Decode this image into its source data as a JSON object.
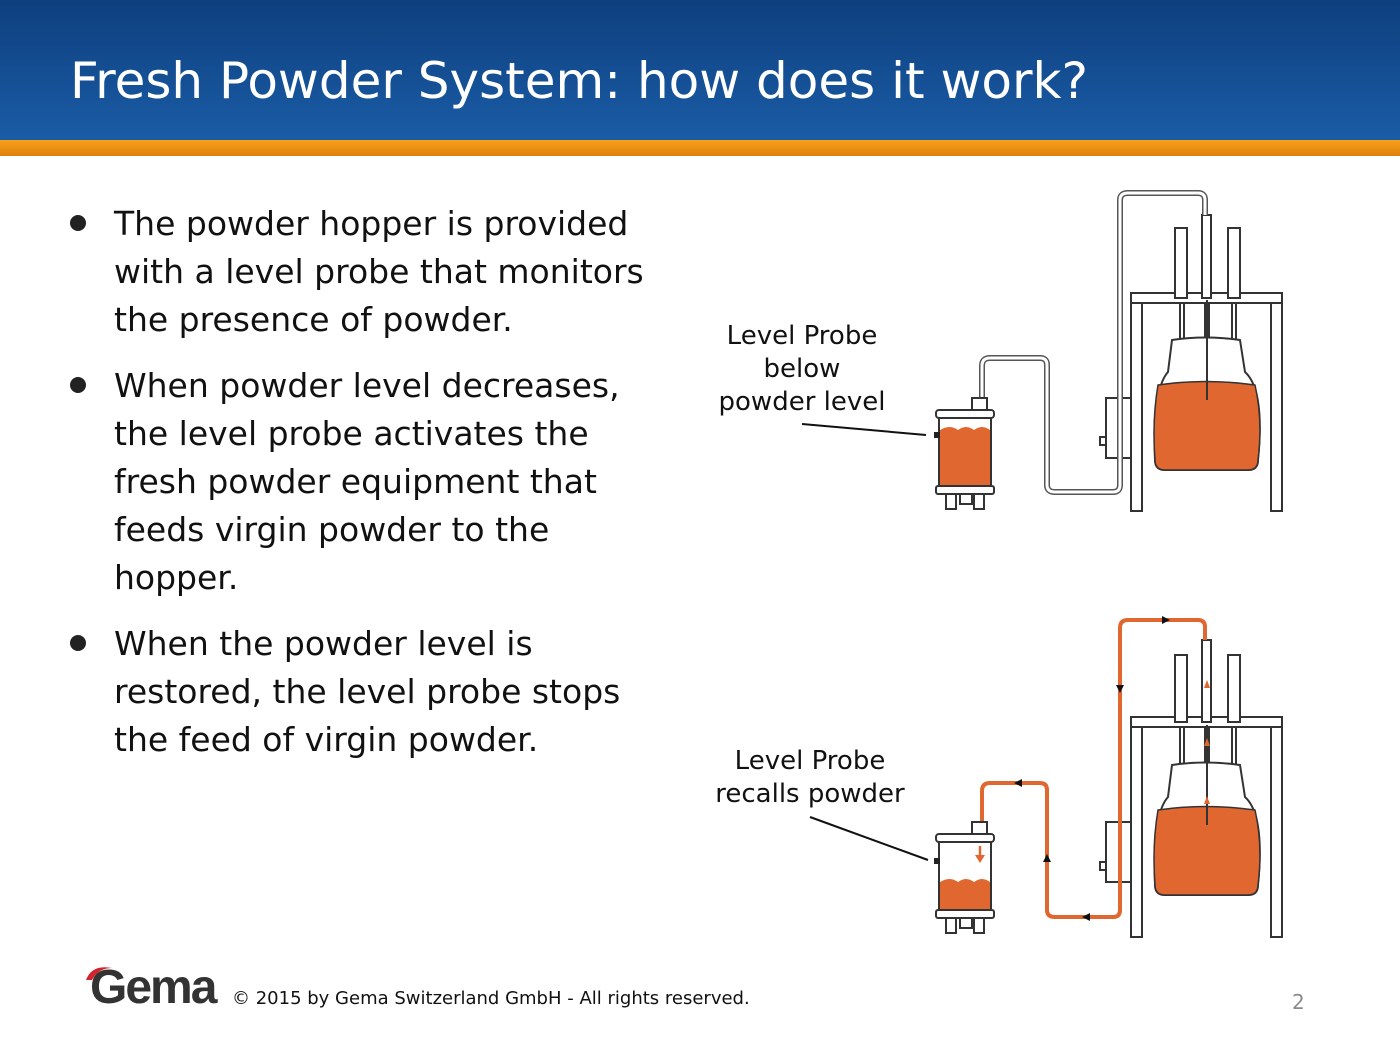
{
  "slide": {
    "title": "Fresh Powder System: how does it work?",
    "bullets": [
      "The powder hopper is provided with a level probe that monitors the presence of powder.",
      "When powder level decreases, the level probe activates the fresh powder equipment that feeds virgin powder to the hopper.",
      "When the powder level is restored, the level probe stops the feed of virgin powder."
    ],
    "diagram_top_label": "Level Probe\nbelow\npowder level",
    "diagram_bottom_label": "Level Probe\nrecalls powder"
  },
  "footer": {
    "logo_text": "Gema",
    "copyright": "© 2015 by Gema Switzerland GmbH - All rights reserved.",
    "page_number": "2"
  },
  "colors": {
    "header_blue": "#14508f",
    "accent_orange": "#f0901a",
    "powder_orange": "#e0672f",
    "logo_red": "#d2232a"
  }
}
